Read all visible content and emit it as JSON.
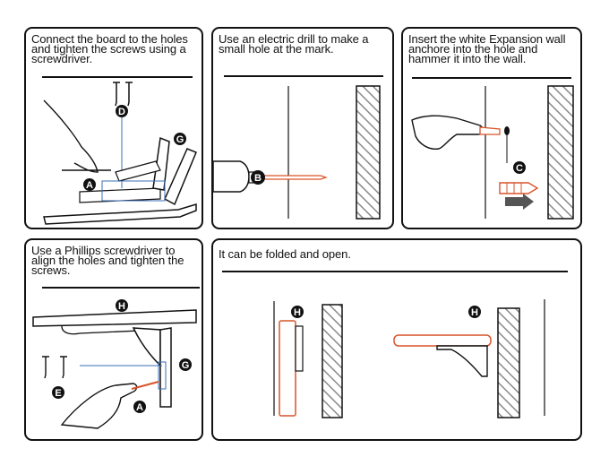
{
  "panels": [
    {
      "caption": "Connect the board to the holes and tighten the screws using a screwdriver.",
      "labels": [
        "D",
        "G",
        "A"
      ]
    },
    {
      "caption": "Use an electric drill to make a small hole at the mark.",
      "labels": [
        "B"
      ]
    },
    {
      "caption": "Insert the white Expansion wall anchore into the hole and hammer it into the wall.",
      "labels": [
        "C"
      ]
    },
    {
      "caption": "Use a Phillips screwdriver to align the holes and tighten the screws.",
      "labels": [
        "H",
        "G",
        "E",
        "A"
      ]
    },
    {
      "caption": "It can be folded and open.",
      "labels": [
        "H",
        "H"
      ]
    }
  ],
  "colors": {
    "ink": "#111111",
    "accent": "#d9542b",
    "hatch": "#9a9a9a",
    "blue": "#3b6fb6"
  }
}
